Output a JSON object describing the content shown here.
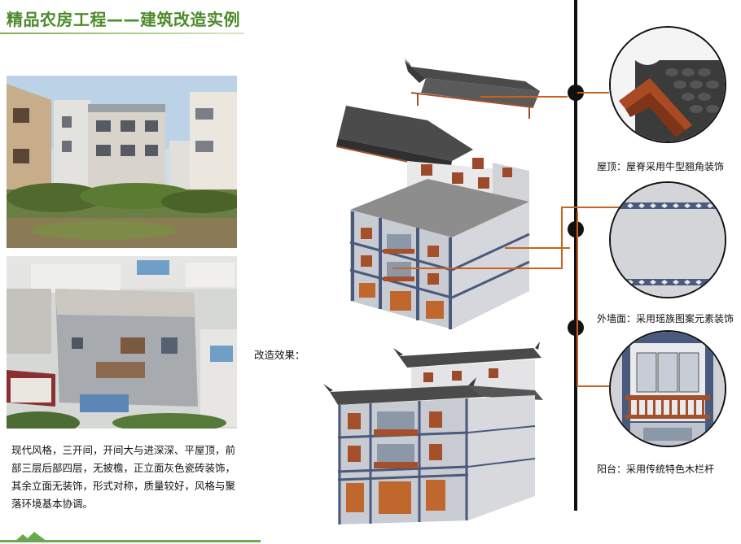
{
  "header": {
    "title": "精品农房工程——建筑改造实例"
  },
  "description": {
    "lines": [
      "现代风格，三开间，开间大与进深深、平屋顶，前",
      "部三层后部四层，无披檐，正立面灰色瓷砖装饰，",
      "其余立面无装饰，形式对称，质量较好，风格与聚",
      "落环境基本协调。"
    ]
  },
  "result": {
    "label": "改造效果："
  },
  "callouts": [
    {
      "label": "屋顶：屋脊采用牛型翘角装饰",
      "icon": "roof-ridge-detail"
    },
    {
      "label": "外墙面：采用瑶族图案元素装饰",
      "icon": "wall-pattern-detail"
    },
    {
      "label": "阳台：采用传统特色木栏杆",
      "icon": "balcony-railing-detail"
    }
  ],
  "colors": {
    "title_green": "#4d8a2a",
    "leader_orange": "#c8621e",
    "roof_tile": "#4a4a4a",
    "wall_grey": "#c9cbd2",
    "wood_brown": "#a4502a",
    "pillar_blue": "#4a5a7c"
  }
}
